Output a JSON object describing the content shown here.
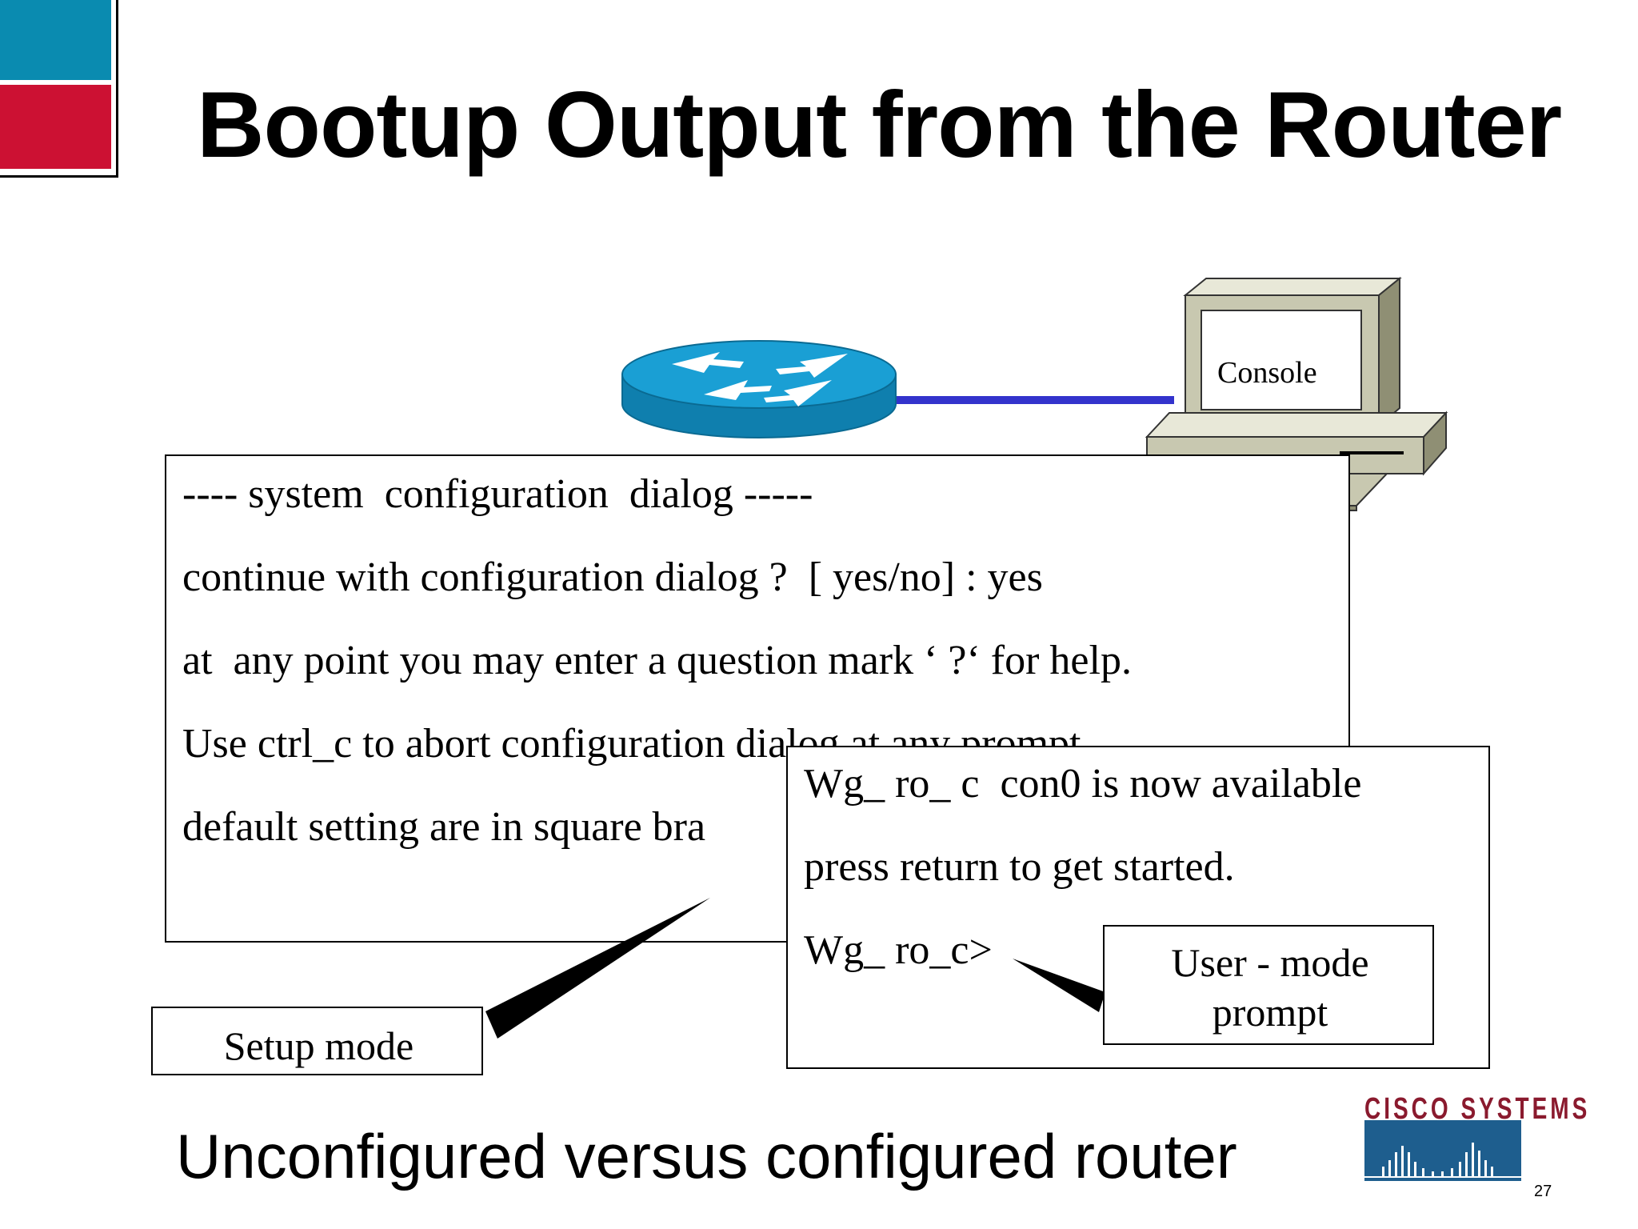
{
  "title": "Bootup Output from the Router",
  "subtitle": "Unconfigured versus configured router",
  "page_number": "27",
  "console_label": "Console",
  "setup_dialog": {
    "lines": [
      "---- system  configuration  dialog -----",
      "continue with configuration dialog ?  [ yes/no] : yes",
      "at  any point you may enter a question mark ‘ ?‘ for help.",
      "Use ctrl_c to abort configuration dialog at any prompt.",
      "default setting are in square bra"
    ]
  },
  "user_mode": {
    "lines": [
      "Wg_ ro_ c  con0 is now available",
      "press return to get started.",
      "Wg_ ro_c>"
    ]
  },
  "callouts": {
    "setup_mode": "Setup mode",
    "user_mode_prompt": [
      "User - mode",
      "prompt"
    ]
  },
  "logo": {
    "wordmark": "CISCO SYSTEMS"
  },
  "colors": {
    "accent_blue": "#0a8bb0",
    "accent_red": "#cc1133",
    "router_blue": "#1a9fd4",
    "cable_blue": "#3333cc",
    "pc_beige": "#c8c8b0",
    "logo_text": "#8a1a2e",
    "logo_bridge": "#1e5e8e"
  },
  "icons": [
    "router-icon",
    "console-computer-icon",
    "cisco-logo-icon"
  ]
}
